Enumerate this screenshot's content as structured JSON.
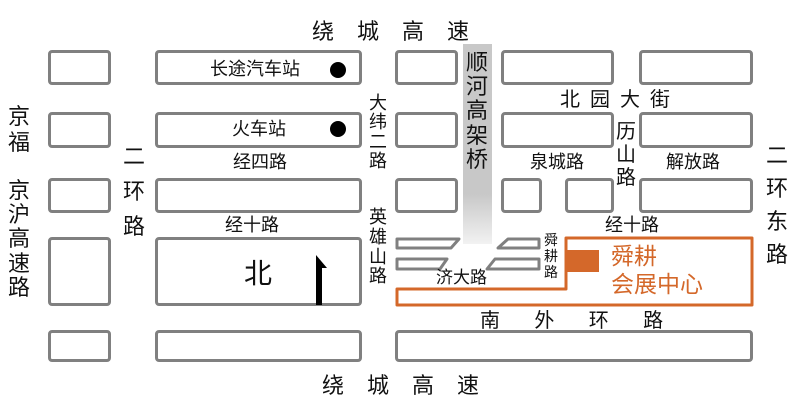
{
  "roads": {
    "top_ring": "绕 城 高 速",
    "bottom_ring": "绕 城 高 速",
    "jingfu": "京福",
    "jinghu": "京沪高速路",
    "second_ring_west": "二环路",
    "second_ring_east": "二环东路",
    "dawei_2nd": "大纬二路",
    "yingxiongshan": "英雄山路",
    "shunhe_viaduct": "顺河高架桥",
    "beiyuan": "北园大街",
    "quancheng": "泉城路",
    "lishan": "历山路",
    "jiefang": "解放路",
    "jingsi": "经四路",
    "jingshi_west": "经十路",
    "jingshi_east": "经十路",
    "shungeng_road": "舜耕路",
    "jida": "济大路",
    "south_outer_ring": "南 外 环 路"
  },
  "landmarks": {
    "bus_station": "长途汽车站",
    "train_station": "火车站",
    "venue": "舜耕会展中心",
    "venue_line1": "舜耕",
    "venue_line2": "会展中心"
  },
  "compass": {
    "north": "北"
  },
  "colors": {
    "venue": "#d4682a",
    "block": "#808080",
    "highway": "#c8c8c8"
  }
}
